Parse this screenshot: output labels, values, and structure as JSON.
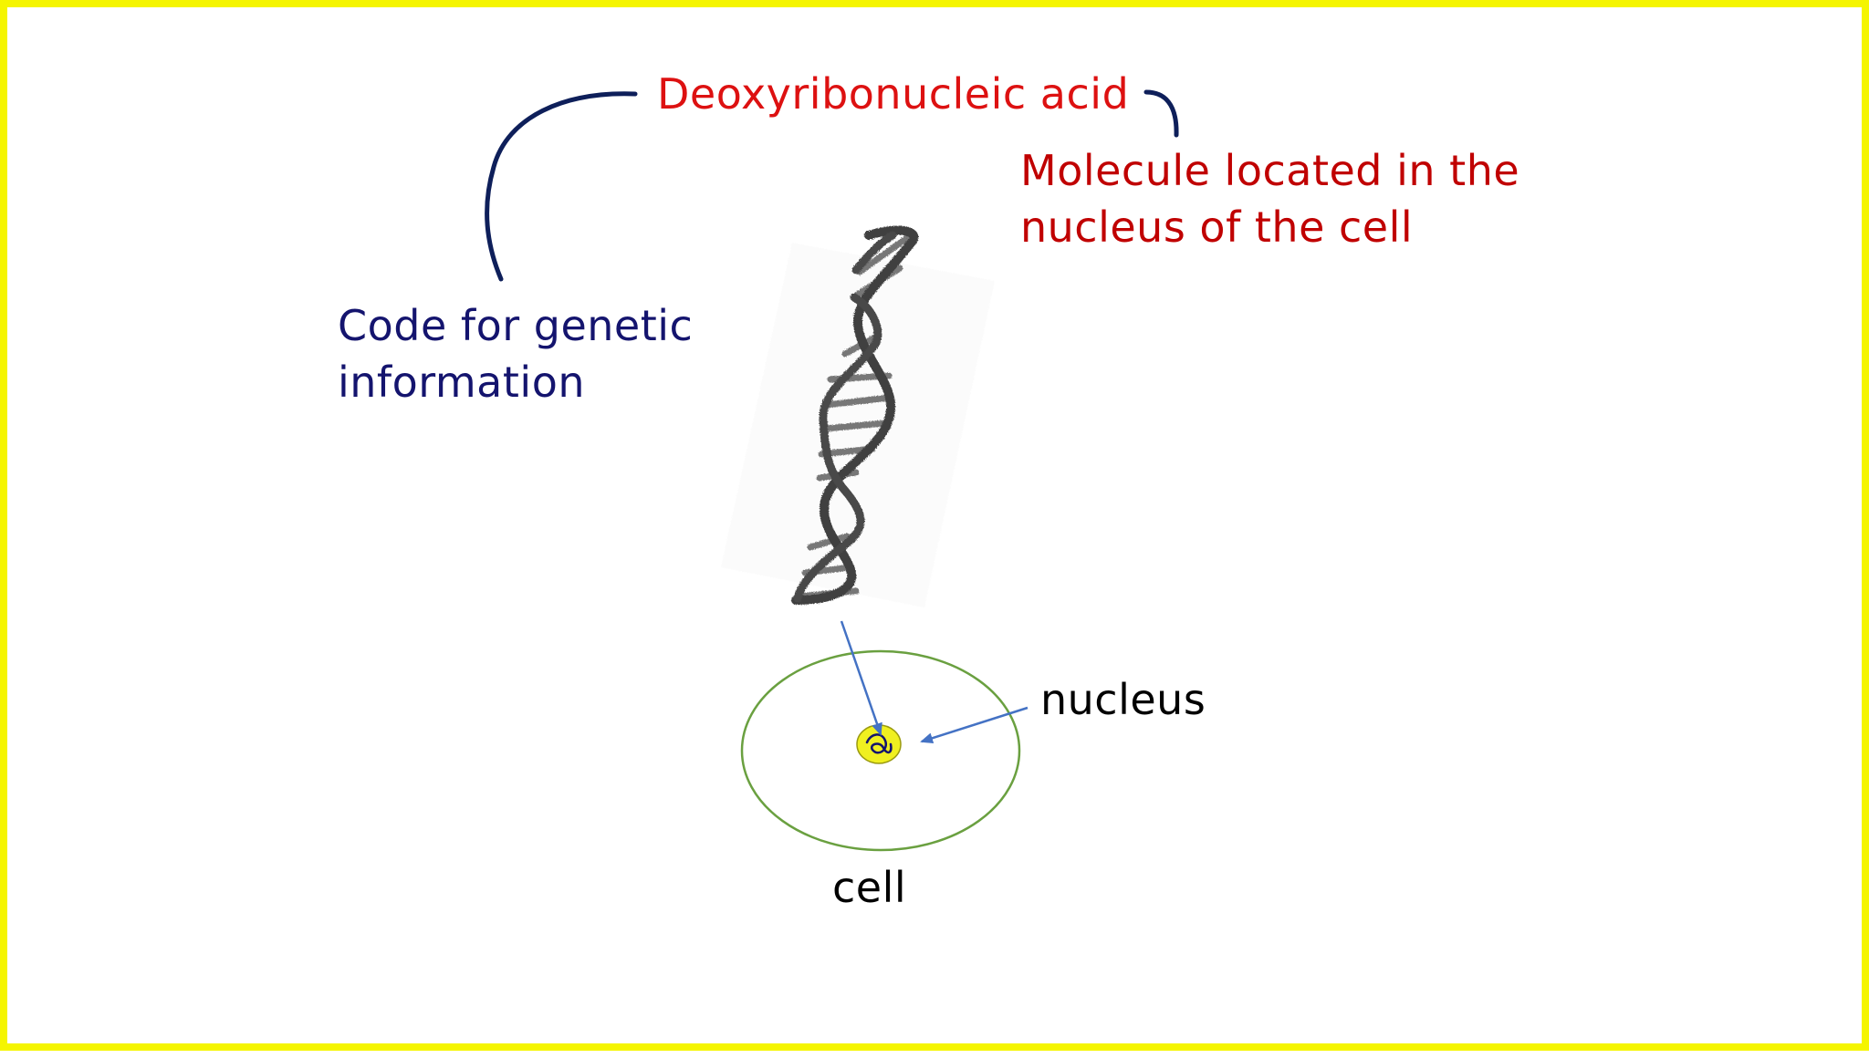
{
  "title": "Deoxyribonucleic acid",
  "notes": {
    "location": [
      "Molecule located in the",
      "nucleus of the cell"
    ],
    "function": [
      "Code for genetic",
      "information"
    ]
  },
  "labels": {
    "nucleus": "nucleus",
    "cell": "cell"
  },
  "icons": {
    "dna": "dna-double-helix-icon",
    "cell": "cell-outline-icon",
    "nucleus": "nucleus-icon"
  },
  "colors": {
    "border": "#f5f500",
    "title": "#dd1111",
    "location_note": "#c00000",
    "function_note": "#14146e",
    "brace": "#0e1f5a",
    "cell_outline": "#6aa040",
    "nucleus_fill": "#f0f020",
    "arrow": "#4472c4"
  }
}
